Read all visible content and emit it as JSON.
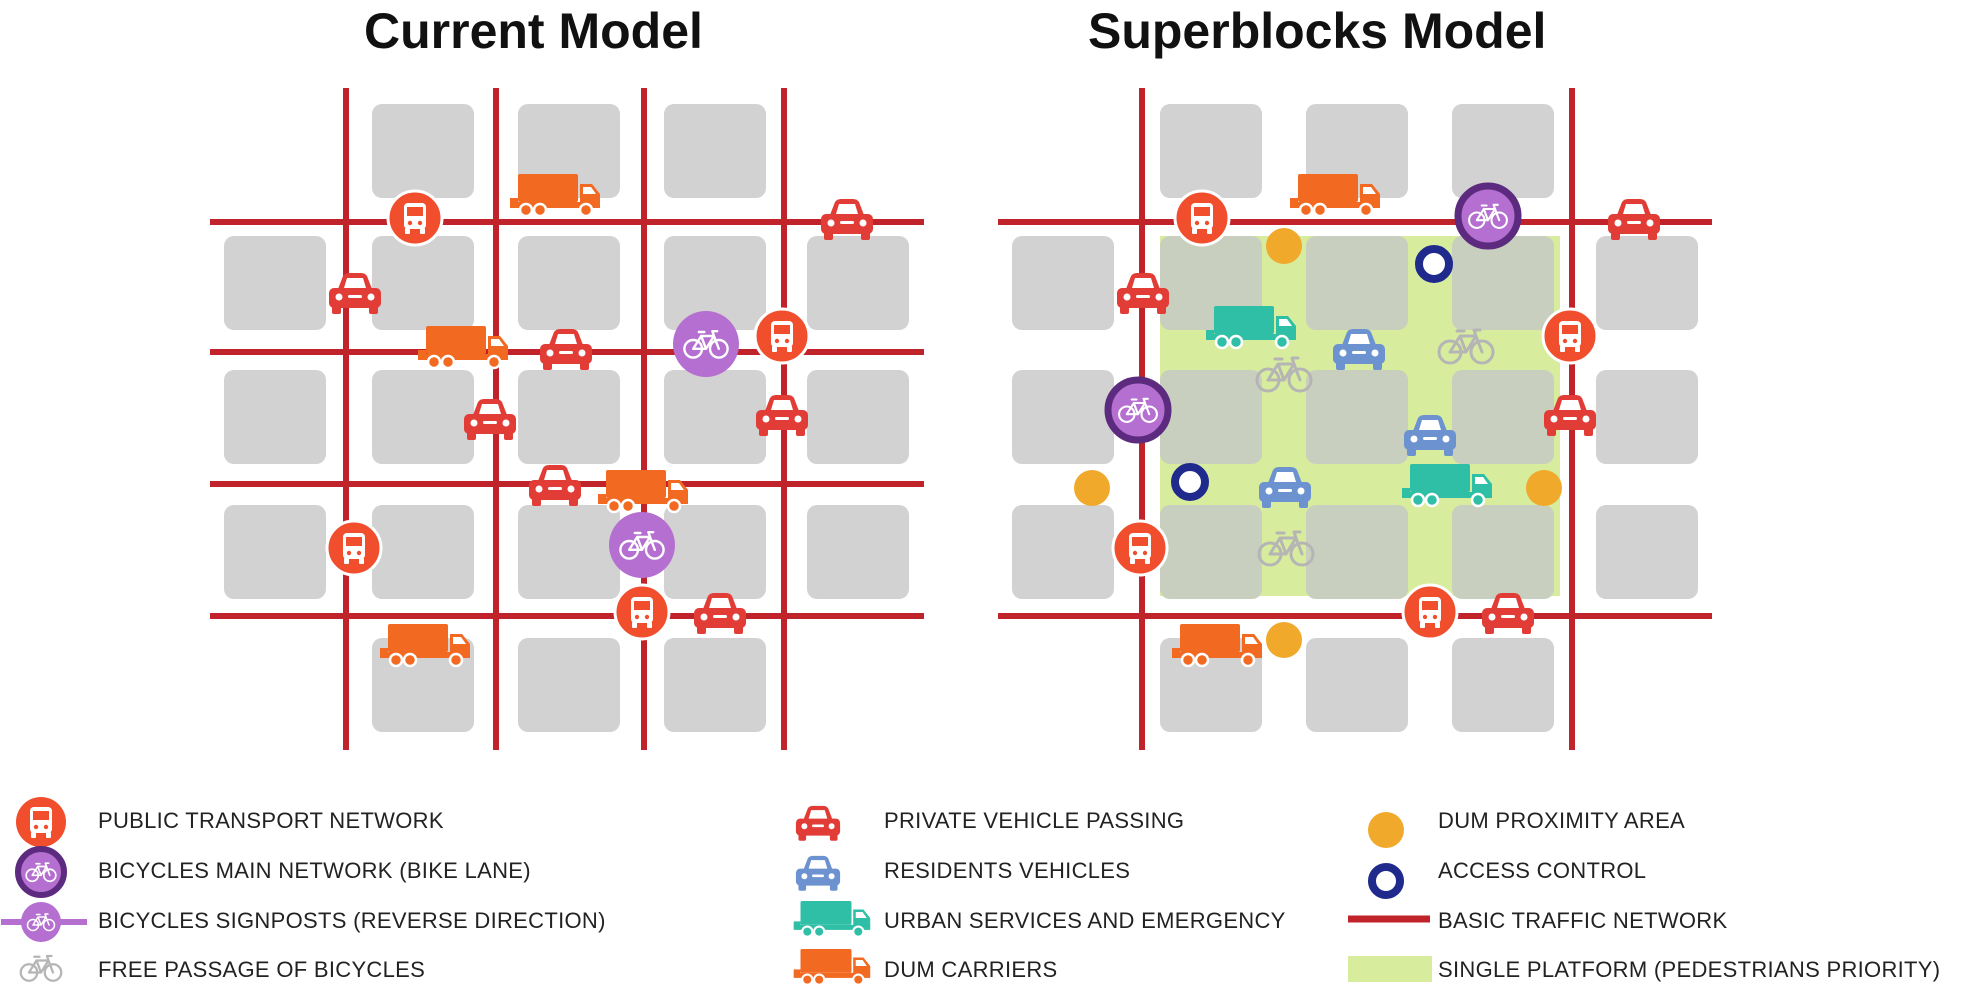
{
  "titles": {
    "left": "Current Model",
    "right": "Superblocks Model"
  },
  "colors": {
    "road": "#c0242a",
    "block": "#d2d2d2",
    "platform": "#d8ec9e",
    "bus": "#f04e2d",
    "bike_main": "#5c2a7e",
    "bike_sign": "#b46fd0",
    "bike_free": "#b5b5b5",
    "private_car": "#e23c37",
    "resident_car": "#6c93d0",
    "urban_truck": "#2fbfa6",
    "dum_truck": "#f26a22",
    "dum_area": "#f0a92a",
    "access": "#1f2a8c"
  },
  "legend": {
    "col1": [
      {
        "icon": "bus-icon",
        "label": "PUBLIC TRANSPORT NETWORK"
      },
      {
        "icon": "bike-main-icon",
        "label": "BICYCLES MAIN NETWORK (BIKE LANE)"
      },
      {
        "icon": "bike-sign-icon",
        "label": "BICYCLES SIGNPOSTS (REVERSE DIRECTION)"
      },
      {
        "icon": "bike-free-icon",
        "label": "FREE PASSAGE OF BICYCLES"
      }
    ],
    "col2": [
      {
        "icon": "private-car-icon",
        "label": "PRIVATE VEHICLE PASSING"
      },
      {
        "icon": "resident-car-icon",
        "label": "RESIDENTS VEHICLES"
      },
      {
        "icon": "urban-truck-icon",
        "label": "URBAN SERVICES AND EMERGENCY"
      },
      {
        "icon": "dum-truck-icon",
        "label": "DUM CARRIERS"
      }
    ],
    "col3": [
      {
        "icon": "dum-area-icon",
        "label": "DUM PROXIMITY AREA"
      },
      {
        "icon": "access-icon",
        "label": "ACCESS CONTROL"
      },
      {
        "icon": "road-icon",
        "label": "BASIC TRAFFIC NETWORK"
      },
      {
        "icon": "platform-icon",
        "label": "SINGLE PLATFORM (PEDESTRIANS PRIORITY)"
      }
    ]
  }
}
